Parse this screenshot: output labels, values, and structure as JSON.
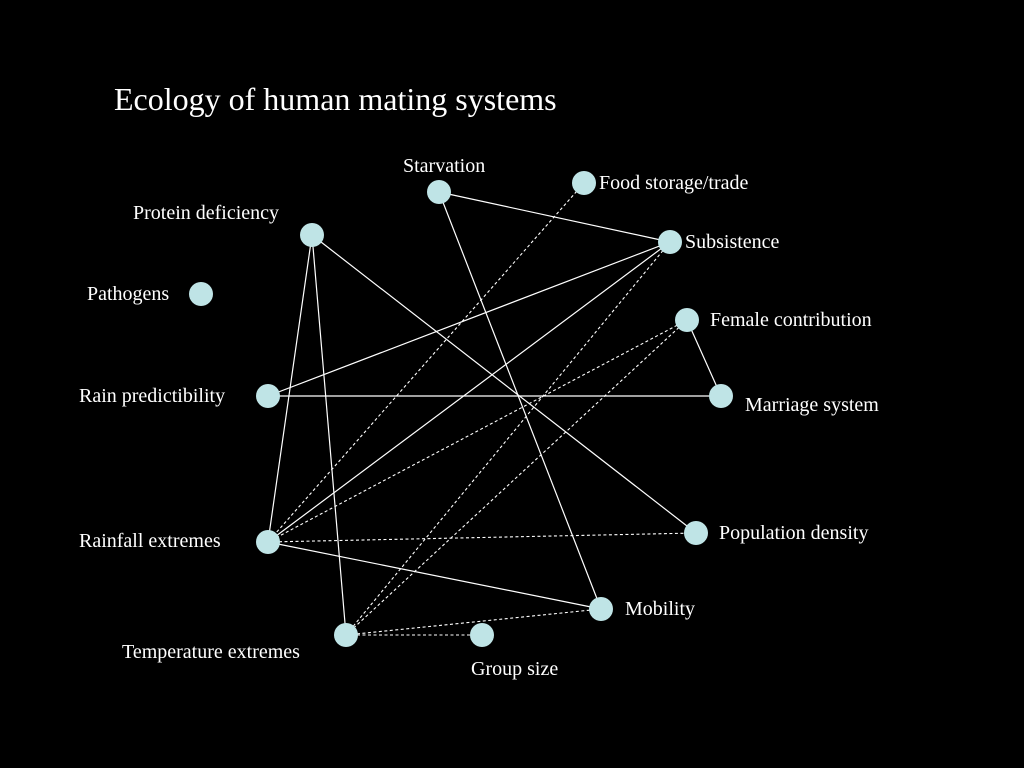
{
  "slide": {
    "title": "Ecology of human mating systems"
  },
  "colors": {
    "background": "#000000",
    "node": "#bfe4e6",
    "text": "#ffffff",
    "edge": "#ffffff"
  },
  "diagram": {
    "nodes": [
      {
        "id": "starvation",
        "label": "Starvation"
      },
      {
        "id": "food-storage",
        "label": "Food storage/trade"
      },
      {
        "id": "protein-deficiency",
        "label": "Protein deficiency"
      },
      {
        "id": "subsistence",
        "label": "Subsistence"
      },
      {
        "id": "pathogens",
        "label": "Pathogens"
      },
      {
        "id": "female-contribution",
        "label": "Female contribution"
      },
      {
        "id": "rain-predictibility",
        "label": "Rain predictibility"
      },
      {
        "id": "marriage-system",
        "label": "Marriage system"
      },
      {
        "id": "rainfall-extremes",
        "label": "Rainfall extremes"
      },
      {
        "id": "population-density",
        "label": "Population density"
      },
      {
        "id": "mobility",
        "label": "Mobility"
      },
      {
        "id": "temperature-extremes",
        "label": "Temperature extremes"
      },
      {
        "id": "group-size",
        "label": "Group size"
      }
    ],
    "edges": [
      {
        "from": "starvation",
        "to": "subsistence",
        "style": "solid"
      },
      {
        "from": "starvation",
        "to": "mobility",
        "style": "solid"
      },
      {
        "from": "protein-deficiency",
        "to": "population-density",
        "style": "solid"
      },
      {
        "from": "protein-deficiency",
        "to": "rainfall-extremes",
        "style": "solid"
      },
      {
        "from": "protein-deficiency",
        "to": "temperature-extremes",
        "style": "solid"
      },
      {
        "from": "subsistence",
        "to": "rain-predictibility",
        "style": "solid"
      },
      {
        "from": "subsistence",
        "to": "rainfall-extremes",
        "style": "solid"
      },
      {
        "from": "female-contribution",
        "to": "marriage-system",
        "style": "solid"
      },
      {
        "from": "rain-predictibility",
        "to": "marriage-system",
        "style": "solid"
      },
      {
        "from": "rainfall-extremes",
        "to": "mobility",
        "style": "solid"
      },
      {
        "from": "food-storage",
        "to": "rainfall-extremes",
        "style": "dashed"
      },
      {
        "from": "female-contribution",
        "to": "rainfall-extremes",
        "style": "dashed"
      },
      {
        "from": "female-contribution",
        "to": "temperature-extremes",
        "style": "dashed"
      },
      {
        "from": "subsistence",
        "to": "temperature-extremes",
        "style": "dashed"
      },
      {
        "from": "rainfall-extremes",
        "to": "population-density",
        "style": "dashed"
      },
      {
        "from": "temperature-extremes",
        "to": "mobility",
        "style": "dashed"
      },
      {
        "from": "temperature-extremes",
        "to": "group-size",
        "style": "dashed"
      }
    ]
  }
}
